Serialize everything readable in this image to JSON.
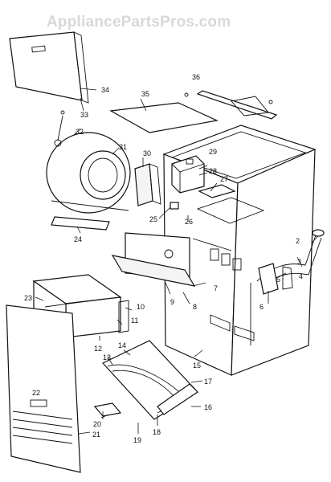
{
  "watermark": "AppliancePartsPros.com",
  "labels": {
    "l2": "2",
    "l3": "3",
    "l4": "4",
    "l5": "5",
    "l6": "6",
    "l7": "7",
    "l8": "8",
    "l9": "9",
    "l10": "10",
    "l11": "11",
    "l12": "12",
    "l13": "13",
    "l14": "14",
    "l15": "15",
    "l16": "16",
    "l17": "17",
    "l18": "18",
    "l19": "19",
    "l20": "20",
    "l21": "21",
    "l22": "22",
    "l23": "23",
    "l24": "24",
    "l25": "25",
    "l26": "26",
    "l27": "27",
    "l28": "28",
    "l29": "29",
    "l30": "30",
    "l31": "31",
    "l32": "32",
    "l33": "33",
    "l34": "34",
    "l35": "35",
    "l36": "36"
  }
}
